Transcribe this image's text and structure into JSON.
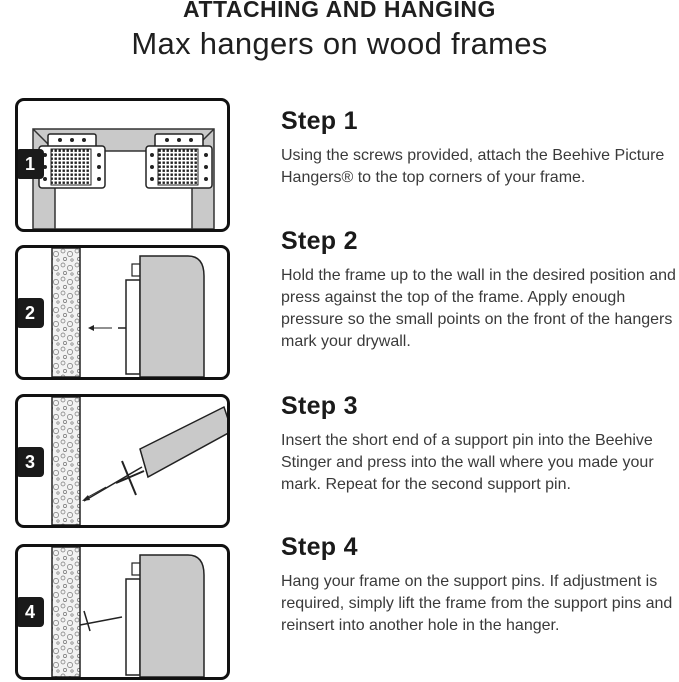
{
  "header": {
    "title": "ATTACHING AND HANGING",
    "subtitle": "Max hangers on wood frames"
  },
  "steps": [
    {
      "number": "1",
      "title": "Step 1",
      "text": "Using the screws provided, attach the Beehive Picture Hangers® to the top corners of your frame."
    },
    {
      "number": "2",
      "title": "Step 2",
      "text": "Hold the frame up to the wall in the desired position and press against the top of the frame. Apply enough pressure so the small points on the front of the hangers mark your drywall."
    },
    {
      "number": "3",
      "title": "Step 3",
      "text": "Insert the short end of a support pin into the Beehive Stinger and press into the wall where you made your mark. Repeat for the second support pin."
    },
    {
      "number": "4",
      "title": "Step 4",
      "text": "Hang your frame on the support pins. If adjustment is required, simply lift the frame from the support pins and reinsert into another hole in the hanger."
    }
  ]
}
